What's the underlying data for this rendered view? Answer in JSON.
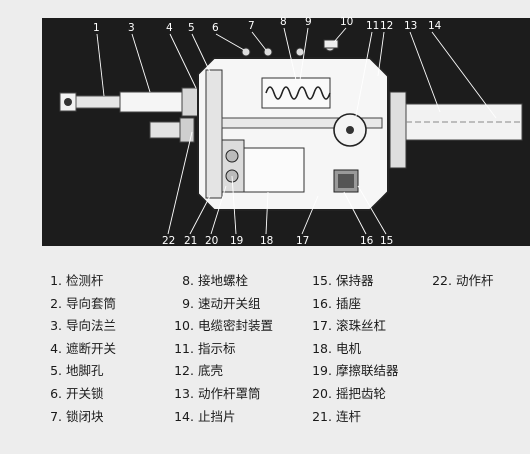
{
  "callouts": {
    "top": [
      "1",
      "3",
      "4",
      "5",
      "6",
      "7",
      "8",
      "9",
      "10",
      "11",
      "12",
      "13",
      "14"
    ],
    "bottom": [
      "22",
      "21",
      "20",
      "19",
      "18",
      "17",
      "16",
      "15"
    ]
  },
  "legend": [
    [
      {
        "num": "1.",
        "label": "检测杆"
      },
      {
        "num": "2.",
        "label": "导向套筒"
      },
      {
        "num": "3.",
        "label": "导向法兰"
      },
      {
        "num": "4.",
        "label": "遮断开关"
      },
      {
        "num": "5.",
        "label": "地脚孔"
      },
      {
        "num": "6.",
        "label": "开关锁"
      },
      {
        "num": "7.",
        "label": "锁闭块"
      }
    ],
    [
      {
        "num": "8.",
        "label": "接地螺栓"
      },
      {
        "num": "9.",
        "label": "速动开关组"
      },
      {
        "num": "10.",
        "label": "电缆密封装置"
      },
      {
        "num": "11.",
        "label": "指示标"
      },
      {
        "num": "12.",
        "label": "底壳"
      },
      {
        "num": "13.",
        "label": "动作杆罩筒"
      },
      {
        "num": "14.",
        "label": "止挡片"
      }
    ],
    [
      {
        "num": "15.",
        "label": "保持器"
      },
      {
        "num": "16.",
        "label": "插座"
      },
      {
        "num": "17.",
        "label": "滚珠丝杠"
      },
      {
        "num": "18.",
        "label": "电机"
      },
      {
        "num": "19.",
        "label": "摩擦联结器"
      },
      {
        "num": "20.",
        "label": "摇把齿轮"
      },
      {
        "num": "21.",
        "label": "连杆"
      }
    ],
    [
      {
        "num": "22.",
        "label": "动作杆"
      }
    ]
  ]
}
